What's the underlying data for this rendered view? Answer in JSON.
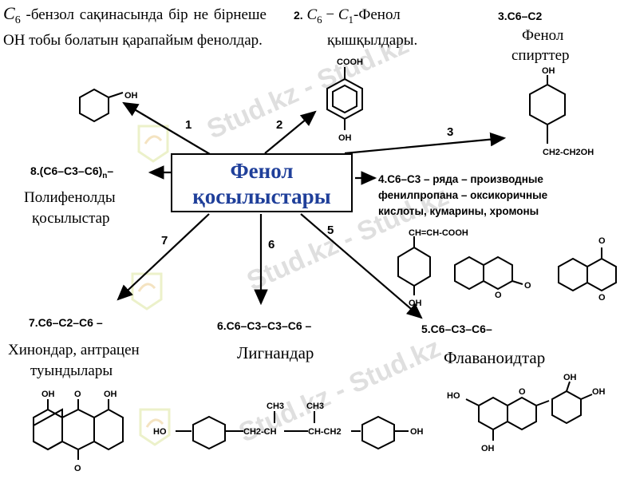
{
  "watermark": {
    "text": "Stud.kz - Stud.kz"
  },
  "center_box": {
    "line1": "Фенол",
    "line2": "қосылыстары",
    "text_color": "#1f3f9a",
    "border_color": "#000000"
  },
  "top_left": {
    "c_symbol": "C",
    "c_sub": "6",
    "text": " -бензол сақинасында бір не бірнеше ОН тобы болатын қарапайым фенолдар."
  },
  "top_mid": {
    "num": "2.",
    "c6": "C",
    "c6_sub": "6",
    "dash": " − ",
    "c1": "C",
    "c1_sub": "1",
    "label": "-Фенол",
    "label2": "қышқылдары."
  },
  "top_right": {
    "formula": "3.C6–C2",
    "label1": "Фенол",
    "label2": "спирттер"
  },
  "left_formula": {
    "formula": "8.(C6–C3–C6)",
    "sub": "n",
    "dash": "–",
    "label1": "Полифенолды",
    "label2": "қосылыстар"
  },
  "right_block": {
    "line1": "4.C6–C3 – ряда – производные",
    "line2": "фенилпропана – оксикоричные",
    "line3": "кислоты, кумарины, хромоны"
  },
  "bottom_left": {
    "formula": "7.C6–C2–C6 –",
    "label1": "Хинондар, антрацен",
    "label2": "туындылары"
  },
  "bottom_mid": {
    "formula": "6.C6–C3–C3–C6 –",
    "label": "Лигнандар"
  },
  "bottom_right": {
    "formula": "5.C6–C3–C6–",
    "label": "Флаваноидтар"
  },
  "arrow_numbers": {
    "a1": "1",
    "a2": "2",
    "a3": "3",
    "a5": "5",
    "a6": "6",
    "a7": "7"
  },
  "chem_labels": {
    "oh": "OH",
    "cooh": "COOH",
    "ch2ch2oh": "CH2-CH2OH",
    "chchcooh": "CH=CH-COOH",
    "o": "O",
    "ho": "HO",
    "ch3": "CH3",
    "ch2ch": "CH2-CH",
    "chch2": "CH-CH2"
  }
}
